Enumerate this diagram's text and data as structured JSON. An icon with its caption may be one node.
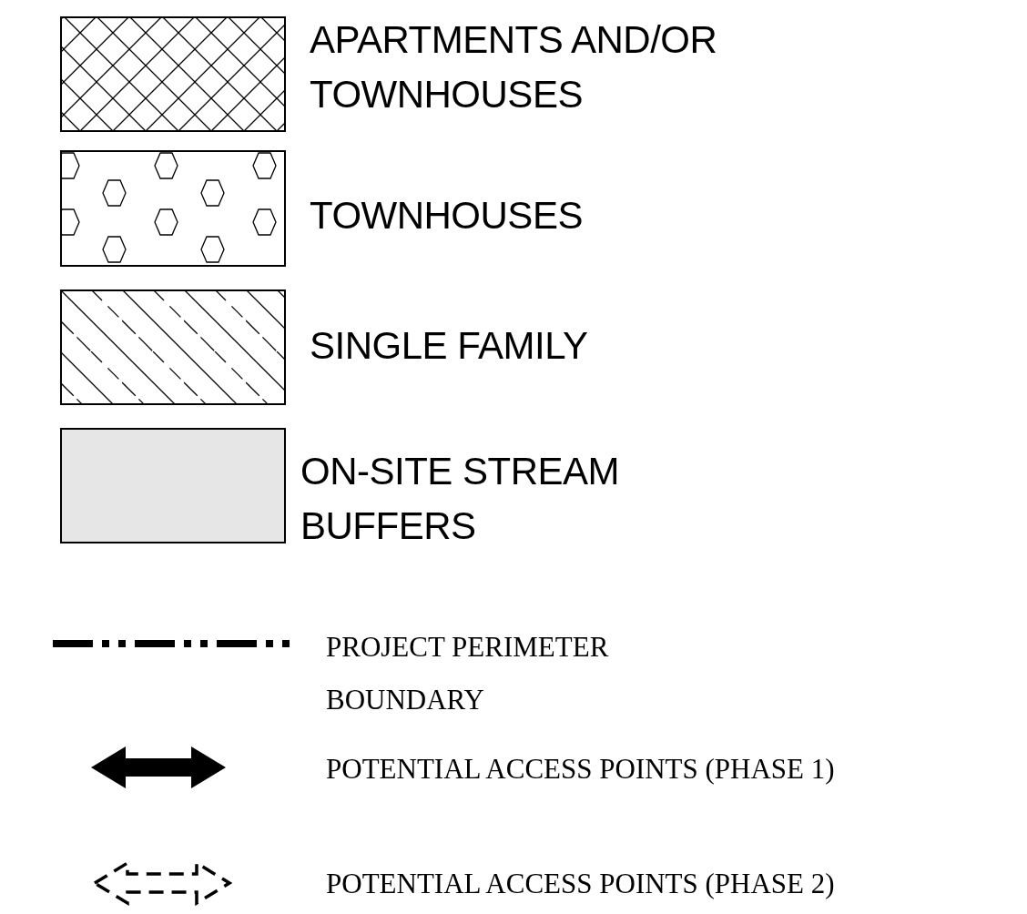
{
  "diagram": {
    "legend": [
      {
        "text": "APARTMENTS AND/OR TOWNHOUSES"
      },
      {
        "text": "TOWNHOUSES"
      },
      {
        "text": "SINGLE FAMILY"
      },
      {
        "text": "ON-SITE STREAM BUFFERS",
        "color": "#e6e6e6"
      },
      {
        "text": "PROJECT PERIMETER BOUNDARY"
      },
      {
        "text": "POTENTIAL ACCESS POINTS (PHASE 1)"
      },
      {
        "text": "POTENTIAL ACCESS POINTS (PHASE 2)"
      }
    ]
  }
}
